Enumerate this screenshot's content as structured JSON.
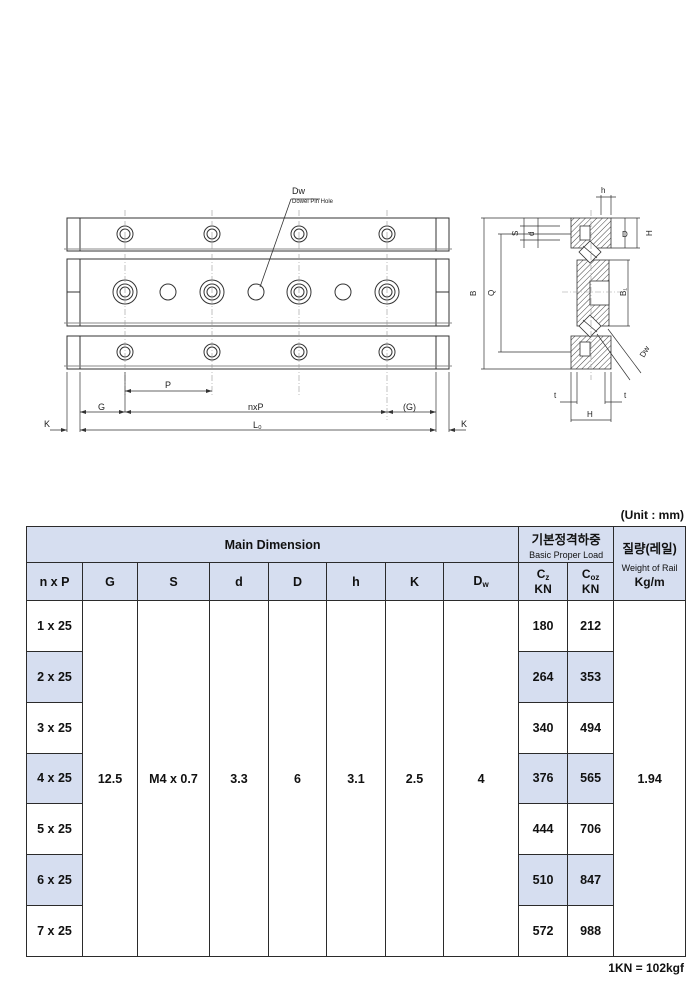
{
  "drawing": {
    "labels": {
      "dw": "Dw",
      "dowel_pin_hole": "Dowel Pin Hole",
      "p": "P",
      "g": "G",
      "nxp": "nxP",
      "g_paren": "(G)",
      "k": "K",
      "lo": "L₀",
      "b": "B",
      "q": "Q",
      "h_small": "h",
      "s": "S",
      "d_small": "d",
      "d_cap": "D",
      "h_cap": "H",
      "b1": "B₁",
      "dw_right": "Dw",
      "t": "t"
    }
  },
  "table": {
    "unit": "(Unit : mm)",
    "main_dimension": "Main Dimension",
    "load_ko": "기본정격하중",
    "load_en": "Basic Proper Load",
    "weight_ko": "질량(레일)",
    "weight_en": "Weight of Rail",
    "weight_unit": "Kg/m",
    "columns": {
      "nxp": "n x P",
      "g": "G",
      "s": "S",
      "d": "d",
      "D": "D",
      "h": "h",
      "k": "K",
      "dw": "D",
      "dw_sub": "w",
      "cz": "C",
      "cz_sub": "z",
      "coz": "C",
      "coz_sub": "oz",
      "kn": "KN"
    },
    "rows": [
      {
        "nxp": "1 x 25",
        "cz": "180",
        "coz": "212"
      },
      {
        "nxp": "2 x 25",
        "cz": "264",
        "coz": "353"
      },
      {
        "nxp": "3 x 25",
        "cz": "340",
        "coz": "494"
      },
      {
        "nxp": "4 x 25",
        "cz": "376",
        "coz": "565"
      },
      {
        "nxp": "5 x 25",
        "cz": "444",
        "coz": "706"
      },
      {
        "nxp": "6 x 25",
        "cz": "510",
        "coz": "847"
      },
      {
        "nxp": "7 x 25",
        "cz": "572",
        "coz": "988"
      }
    ],
    "shared": {
      "g": "12.5",
      "s": "M4 x 0.7",
      "d": "3.3",
      "D": "6",
      "h": "3.1",
      "k": "2.5",
      "dw": "4",
      "weight": "1.94"
    },
    "note": "1KN = 102kgf"
  }
}
